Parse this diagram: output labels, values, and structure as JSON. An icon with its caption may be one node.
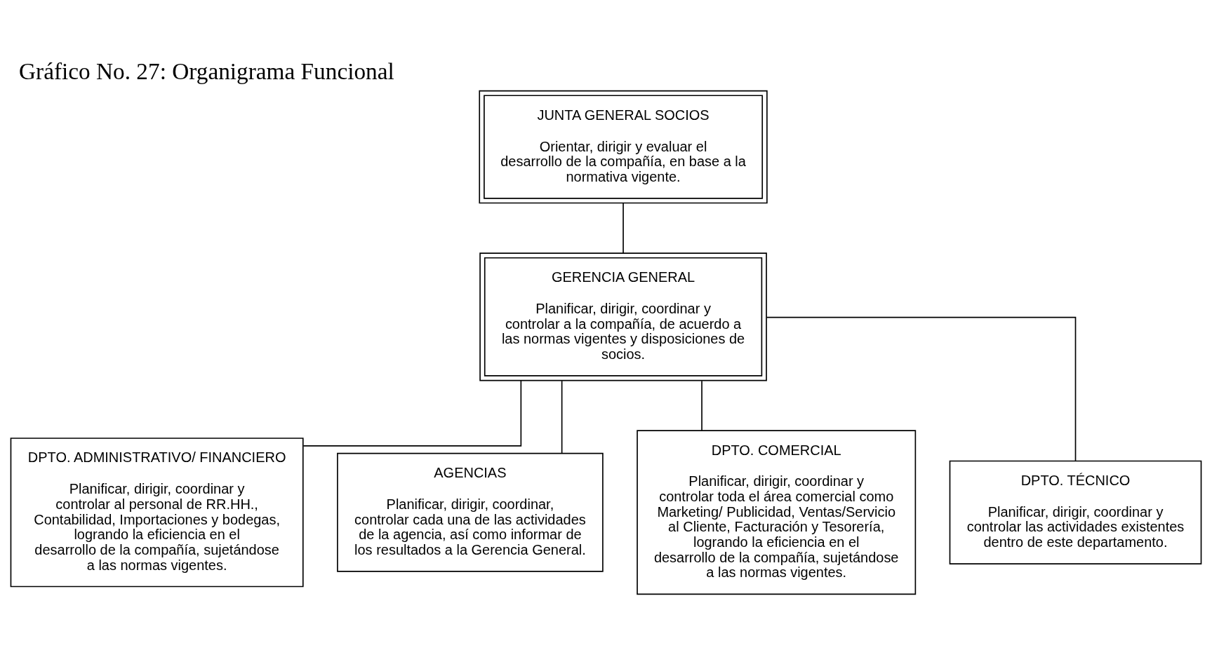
{
  "diagram": {
    "title": "Gráfico No. 27: Organigrama Funcional",
    "nodes": [
      {
        "text": [
          "JUNTA GENERAL SOCIOS",
          "Orientar, dirigir y evaluar el desarrollo de la compañía, en base a la normativa vigente."
        ]
      },
      {
        "text": [
          "GERENCIA GENERAL",
          "Planificar, dirigir, coordinar y controlar a la compañía, de acuerdo a las normas vigentes y disposiciones de socios."
        ]
      },
      {
        "text": [
          "DPTO. ADMINISTRATIVO/ FINANCIERO",
          "Planificar, dirigir, coordinar y controlar al personal de RR.HH., Contabilidad, Importaciones y bodegas, logrando la eficiencia en el desarrollo de la compañía, sujetándose a las normas vigentes."
        ]
      },
      {
        "text": [
          "AGENCIAS",
          "Planificar, dirigir, coordinar, controlar cada una de las actividades de la agencia, así como informar de los resultados a la Gerencia General."
        ]
      },
      {
        "text": [
          "DPTO. COMERCIAL",
          "Planificar, dirigir, coordinar y controlar toda el área comercial como Marketing/ Publicidad, Ventas/Servicio al Cliente, Facturación y Tesorería, logrando la eficiencia en el desarrollo de la compañía, sujetándose a las normas vigentes."
        ]
      },
      {
        "text": [
          "DPTO. TÉCNICO",
          "Planificar, dirigir, coordinar y controlar las actividades existentes dentro de este departamento."
        ]
      }
    ],
    "edges": [
      {
        "from": 0,
        "to": 1,
        "arrow": "none"
      },
      {
        "from": 1,
        "to": 2,
        "arrow": "none"
      },
      {
        "from": 1,
        "to": 3,
        "arrow": "none"
      },
      {
        "from": 1,
        "to": 4,
        "arrow": "none"
      },
      {
        "from": 1,
        "to": 5,
        "arrow": "none"
      }
    ]
  }
}
